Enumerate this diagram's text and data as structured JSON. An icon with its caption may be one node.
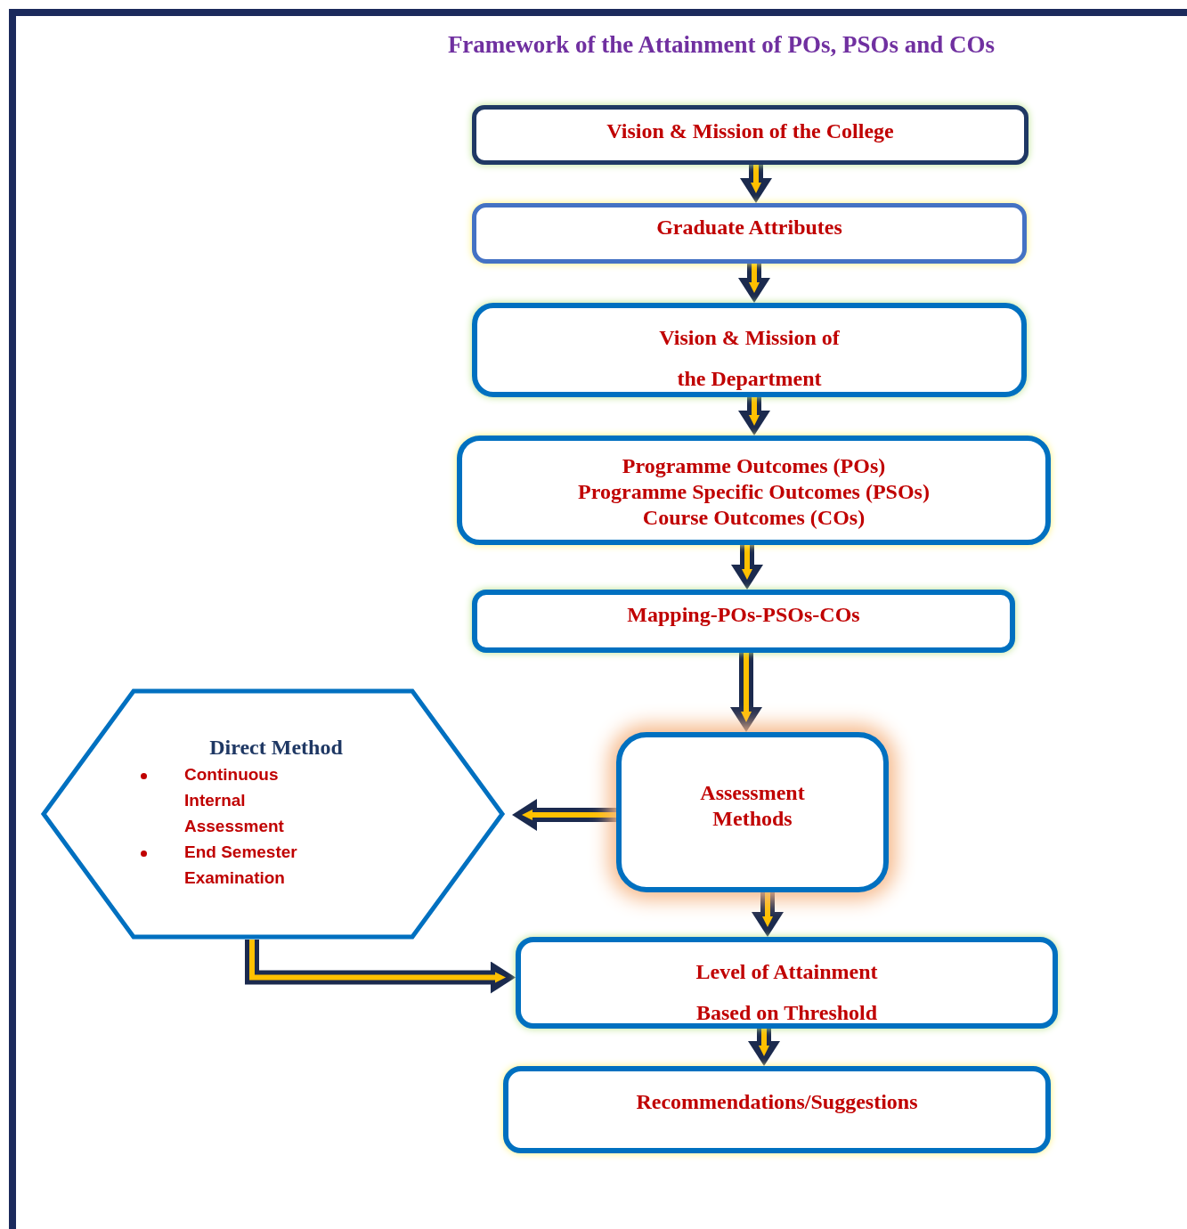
{
  "diagram": {
    "title": "Framework of the Attainment of POs, PSOs and COs",
    "nodes": [
      {
        "text": [
          "Vision & Mission of the College"
        ]
      },
      {
        "text": [
          "Graduate Attributes"
        ]
      },
      {
        "text": [
          "Vision & Mission of the Department"
        ]
      },
      {
        "text": [
          "Programme Outcomes (POs)",
          "Programme Specific Outcomes (PSOs)",
          "Course Outcomes (COs)"
        ]
      },
      {
        "text": [
          "Mapping-POs-PSOs-COs"
        ]
      },
      {
        "text": [
          "Assessment Methods"
        ]
      },
      {
        "text": [
          "Direct Method",
          "Continuous Internal Assessment",
          "End Semester Examination"
        ]
      },
      {
        "text": [
          "Level of Attainment Based on Threshold"
        ]
      },
      {
        "text": [
          "Recommendations/Suggestions"
        ]
      }
    ],
    "edges": [
      {
        "from": 0,
        "to": 1,
        "arrow": "to"
      },
      {
        "from": 1,
        "to": 2,
        "arrow": "to"
      },
      {
        "from": 2,
        "to": 3,
        "arrow": "to"
      },
      {
        "from": 3,
        "to": 4,
        "arrow": "to"
      },
      {
        "from": 4,
        "to": 5,
        "arrow": "to"
      },
      {
        "from": 5,
        "to": 6,
        "arrow": "to"
      },
      {
        "from": 5,
        "to": 7,
        "arrow": "to"
      },
      {
        "from": 6,
        "to": 7,
        "arrow": "to"
      },
      {
        "from": 7,
        "to": 8,
        "arrow": "to"
      }
    ]
  }
}
